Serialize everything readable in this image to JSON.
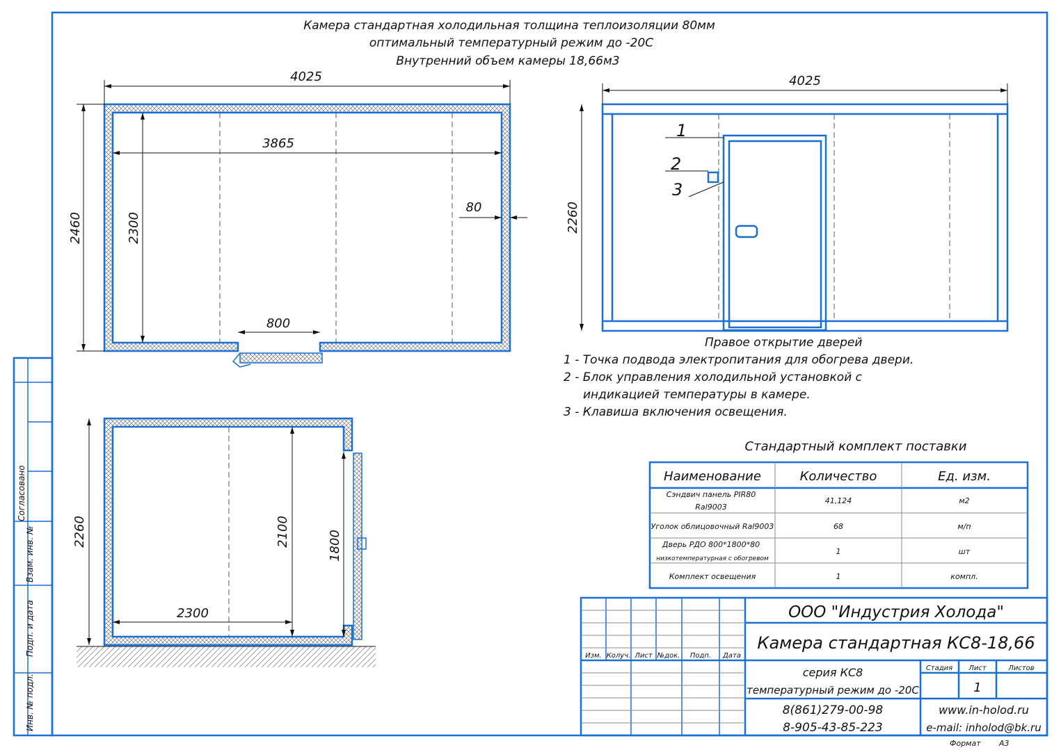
{
  "header": {
    "line1": "Камера стандартная холодильная толщина теплоизоляции 80мм",
    "line2": "оптимальный температурный режим до -20С",
    "line3": "Внутренний объем камеры 18,66м3"
  },
  "plan_view": {
    "outer_length": "4025",
    "inner_length": "3865",
    "outer_width": "2460",
    "inner_width": "2300",
    "wall": "80",
    "door_width": "800"
  },
  "section_view": {
    "outer_height": "2260",
    "inner_height": "2100",
    "door_height": "1800",
    "inner_width": "2300"
  },
  "front_view": {
    "outer_length": "4025",
    "outer_height": "2260",
    "callouts": [
      "1",
      "2",
      "3"
    ]
  },
  "notes": {
    "title": "Правое открытие дверей",
    "n1": "1 - Точка подвода электропитания для обогрева двери.",
    "n2a": "2 - Блок управления холодильной установкой с",
    "n2b": "индикацией температуры в камере.",
    "n3": "3 - Клавиша включения освещения."
  },
  "kit": {
    "title": "Стандартный комплект поставки",
    "headers": [
      "Наименование",
      "Количество",
      "Ед. изм."
    ],
    "rows": [
      {
        "name1": "Сэндвич панель PIR80",
        "name2": "Ral9003",
        "qty": "41,124",
        "unit": "м2"
      },
      {
        "name1": "Уголок облицовочный Ral9003",
        "qty": "68",
        "unit": "м/п"
      },
      {
        "name1": "Дверь РДО 800*1800*80",
        "name2": "низкотемпературная с обогревом",
        "qty": "1",
        "unit": "шт"
      },
      {
        "name1": "Комплект освещения",
        "qty": "1",
        "unit": "компл."
      }
    ]
  },
  "title_block": {
    "company": "ООО \"Индустрия Холода\"",
    "product": "Камера стандартная КС8-18,66",
    "series": "серия КС8",
    "mode": "температурный режим до -20С",
    "cols": [
      "Изм.",
      "Колуч.",
      "Лист",
      "№док.",
      "Подп.",
      "Дата"
    ],
    "stage_label": "Стадия",
    "sheet_label": "Лист",
    "sheets_label": "Листов",
    "sheet": "1",
    "phone1": "8(861)279-00-98",
    "phone2": "8-905-43-85-223",
    "site": "www.in-holod.ru",
    "email": "e-mail: inholod@bk.ru",
    "format_label": "Формат",
    "format": "А3"
  },
  "side_stamp": [
    "Согласовано",
    "Взам. инв. №",
    "Подп. и дата",
    "Инв. № подл."
  ]
}
